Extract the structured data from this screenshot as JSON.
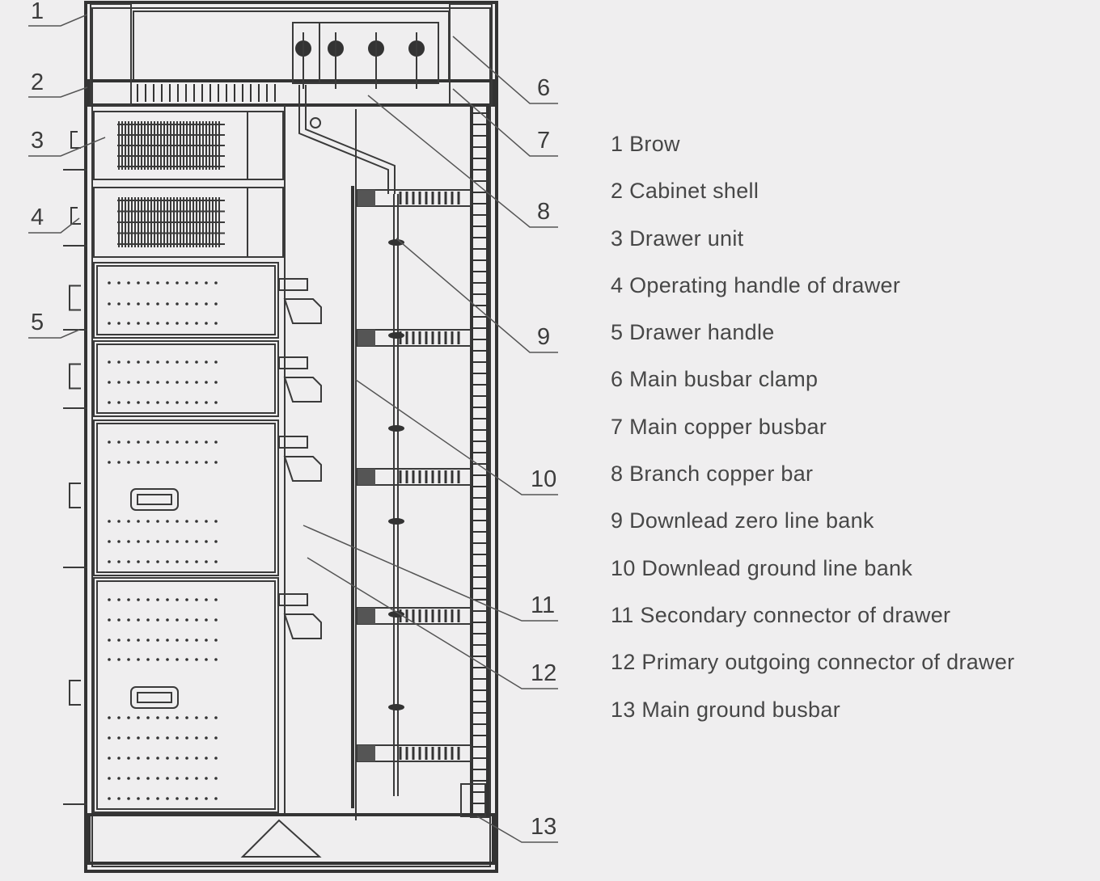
{
  "callouts": [
    "1",
    "2",
    "3",
    "4",
    "5",
    "6",
    "7",
    "8",
    "9",
    "10",
    "11",
    "12",
    "13"
  ],
  "legend": [
    "1 Brow",
    "2 Cabinet shell",
    "3 Drawer unit",
    "4 Operating handle of drawer",
    "5 Drawer handle",
    "6 Main busbar clamp",
    "7 Main copper busbar",
    "8 Branch copper bar",
    "9 Downlead zero line bank",
    "10 Downlead ground line bank",
    "11 Secondary connector of drawer",
    "12 Primary outgoing connector of drawer",
    "13 Main ground busbar"
  ],
  "colors": {
    "background": "#efeeef",
    "line": "#333333",
    "text": "#474747"
  }
}
